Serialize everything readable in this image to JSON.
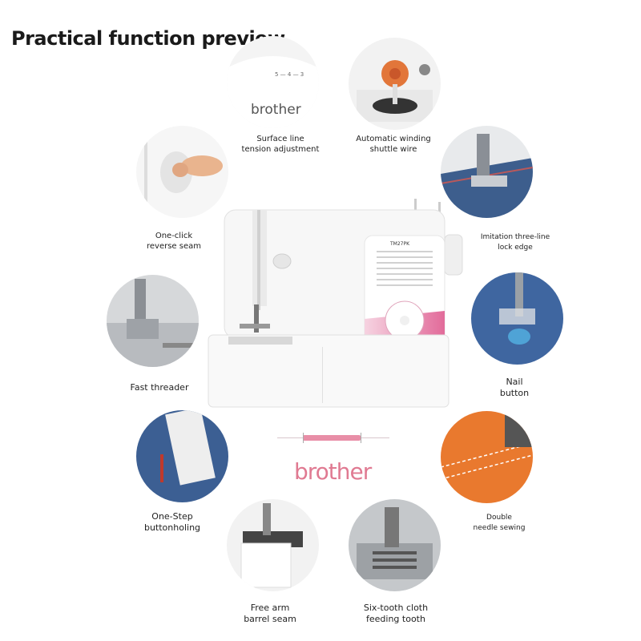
{
  "title": "Practical function preview",
  "brand": "brother",
  "machine": {
    "model": "TM27PK",
    "panel_color": "#f3a6c2"
  },
  "dial_brand": "brother",
  "dial_numbers": "5 — 4 — 3",
  "features": [
    {
      "key": "surface-line-tension",
      "label_1": "Surface line",
      "label_2": "tension adjustment"
    },
    {
      "key": "auto-winding",
      "label_1": "Automatic winding",
      "label_2": "shuttle wire"
    },
    {
      "key": "one-click-reverse",
      "label_1": "One-click",
      "label_2": "reverse seam"
    },
    {
      "key": "three-line-lock",
      "label_1": "Imitation three-line",
      "label_2": "lock edge"
    },
    {
      "key": "fast-threader",
      "label_1": "Fast threader",
      "label_2": ""
    },
    {
      "key": "nail-button",
      "label_1": "Nail",
      "label_2": "button"
    },
    {
      "key": "one-step-buttonholing",
      "label_1": "One-Step",
      "label_2": "buttonholing"
    },
    {
      "key": "double-needle",
      "label_1": "Double",
      "label_2": "needle sewing"
    },
    {
      "key": "free-arm",
      "label_1": "Free arm",
      "label_2": "barrel seam"
    },
    {
      "key": "six-tooth-feed",
      "label_1": "Six-tooth cloth",
      "label_2": "feeding tooth"
    }
  ]
}
